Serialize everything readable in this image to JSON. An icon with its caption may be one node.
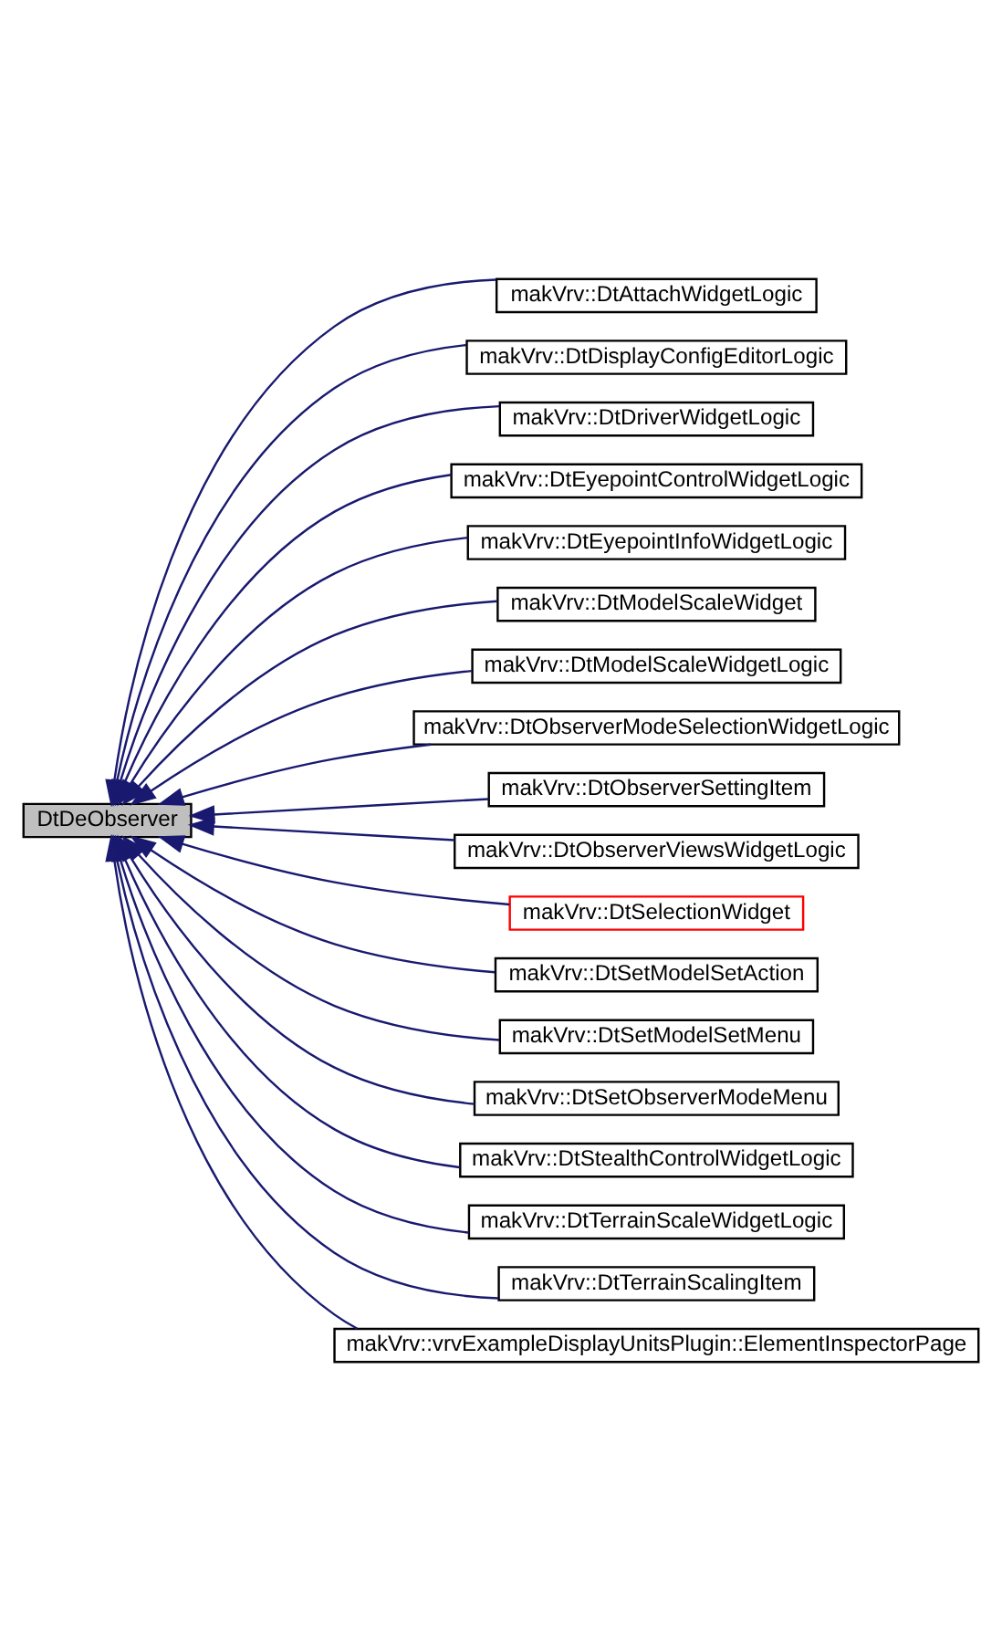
{
  "diagram": {
    "nodes": [
      {
        "text": [
          "DtDeObserver"
        ]
      },
      {
        "text": [
          "makVrv::DtAttachWidgetLogic"
        ]
      },
      {
        "text": [
          "makVrv::DtDisplayConfigEditorLogic"
        ]
      },
      {
        "text": [
          "makVrv::DtDriverWidgetLogic"
        ]
      },
      {
        "text": [
          "makVrv::DtEyepointControlWidgetLogic"
        ]
      },
      {
        "text": [
          "makVrv::DtEyepointInfoWidgetLogic"
        ]
      },
      {
        "text": [
          "makVrv::DtModelScaleWidget"
        ]
      },
      {
        "text": [
          "makVrv::DtModelScaleWidgetLogic"
        ]
      },
      {
        "text": [
          "makVrv::DtObserverModeSelectionWidgetLogic"
        ]
      },
      {
        "text": [
          "makVrv::DtObserverSettingItem"
        ]
      },
      {
        "text": [
          "makVrv::DtObserverViewsWidgetLogic"
        ]
      },
      {
        "text": [
          "makVrv::DtSelectionWidget"
        ]
      },
      {
        "text": [
          "makVrv::DtSetModelSetAction"
        ]
      },
      {
        "text": [
          "makVrv::DtSetModelSetMenu"
        ]
      },
      {
        "text": [
          "makVrv::DtSetObserverModeMenu"
        ]
      },
      {
        "text": [
          "makVrv::DtStealthControlWidgetLogic"
        ]
      },
      {
        "text": [
          "makVrv::DtTerrainScaleWidgetLogic"
        ]
      },
      {
        "text": [
          "makVrv::DtTerrainScalingItem"
        ]
      },
      {
        "text": [
          "makVrv::vrvExampleDisplayUnitsPlugin::ElementInspectorPage"
        ]
      }
    ],
    "edges": [
      {
        "from": 1,
        "to": 0,
        "arrow": "to"
      },
      {
        "from": 2,
        "to": 0,
        "arrow": "to"
      },
      {
        "from": 3,
        "to": 0,
        "arrow": "to"
      },
      {
        "from": 4,
        "to": 0,
        "arrow": "to"
      },
      {
        "from": 5,
        "to": 0,
        "arrow": "to"
      },
      {
        "from": 6,
        "to": 0,
        "arrow": "to"
      },
      {
        "from": 7,
        "to": 0,
        "arrow": "to"
      },
      {
        "from": 8,
        "to": 0,
        "arrow": "to"
      },
      {
        "from": 9,
        "to": 0,
        "arrow": "to"
      },
      {
        "from": 10,
        "to": 0,
        "arrow": "to"
      },
      {
        "from": 11,
        "to": 0,
        "arrow": "to"
      },
      {
        "from": 12,
        "to": 0,
        "arrow": "to"
      },
      {
        "from": 13,
        "to": 0,
        "arrow": "to"
      },
      {
        "from": 14,
        "to": 0,
        "arrow": "to"
      },
      {
        "from": 15,
        "to": 0,
        "arrow": "to"
      },
      {
        "from": 16,
        "to": 0,
        "arrow": "to"
      },
      {
        "from": 17,
        "to": 0,
        "arrow": "to"
      },
      {
        "from": 18,
        "to": 0,
        "arrow": "to"
      }
    ]
  }
}
